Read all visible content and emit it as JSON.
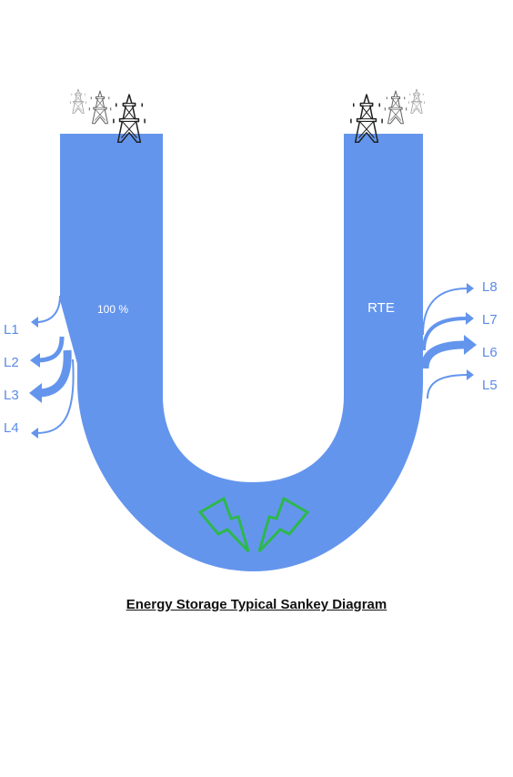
{
  "title": "Energy Storage Typical Sankey Diagram",
  "input_label": "100 %",
  "output_label": "RTE",
  "losses": {
    "l1": "L1",
    "l2": "L2",
    "l3": "L3",
    "l4": "L4",
    "l5": "L5",
    "l6": "L6",
    "l7": "L7",
    "l8": "L8"
  },
  "colors": {
    "flow": "#6495ED",
    "loss_text": "#5B8BE6",
    "lightning": "#2DB84D",
    "tower_dark": "#222222",
    "tower_mid": "#666666",
    "tower_light": "#999999"
  },
  "icons": {
    "left_towers": "power-transmission-tower",
    "right_towers": "power-transmission-tower",
    "storage": "lightning-bolt"
  }
}
